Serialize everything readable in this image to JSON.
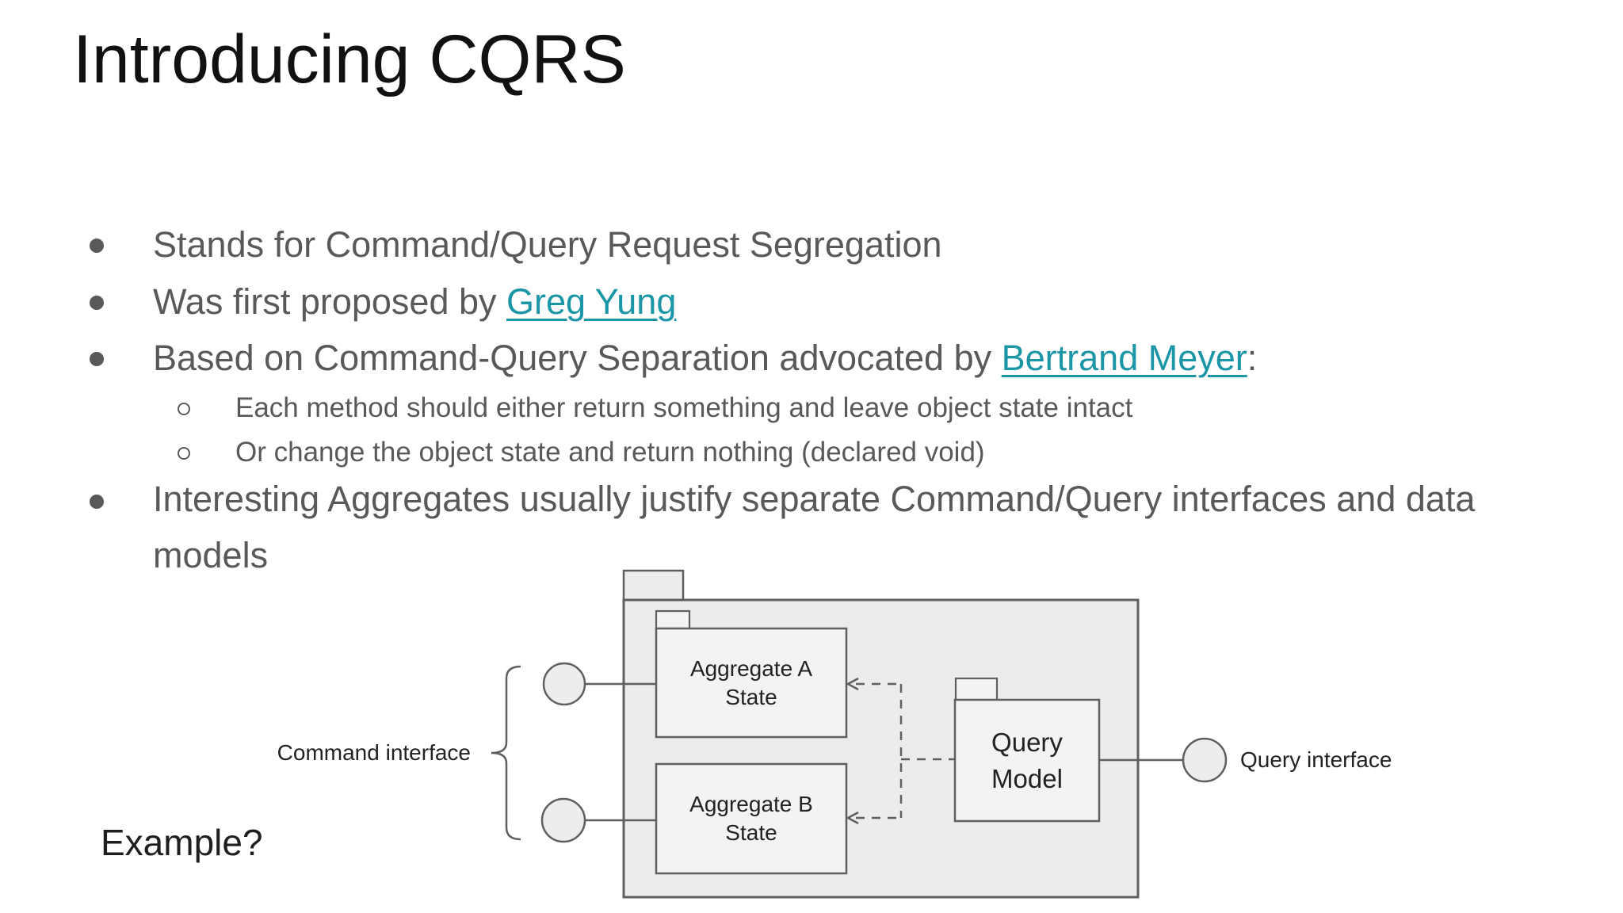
{
  "slide": {
    "title": "Introducing CQRS",
    "example_label": "Example?"
  },
  "bullets": {
    "b1": "Stands for Command/Query Request Segregation",
    "b2_prefix": "Was first proposed by ",
    "b2_link": "Greg Yung",
    "b3_prefix": "Based on Command-Query Separation advocated by ",
    "b3_link": "Bertrand Meyer",
    "b3_suffix": ":",
    "sub1": "Each method should either return something and leave object state intact",
    "sub2": "Or change the object state and return nothing (declared void)",
    "b4": "Interesting Aggregates usually justify separate Command/Query interfaces and data models"
  },
  "diagram": {
    "aggregate_a_label": "Aggregate A\nState",
    "aggregate_b_label": "Aggregate B\nState",
    "query_model_label": "Query\nModel",
    "command_interface_label": "Command interface",
    "query_interface_label": "Query interface"
  },
  "colors": {
    "link_accent": "#1b96a6",
    "body_text": "#595959",
    "diagram_stroke": "#5f5f5f",
    "package_fill": "#ececec",
    "box_fill": "#f3f3f3"
  }
}
